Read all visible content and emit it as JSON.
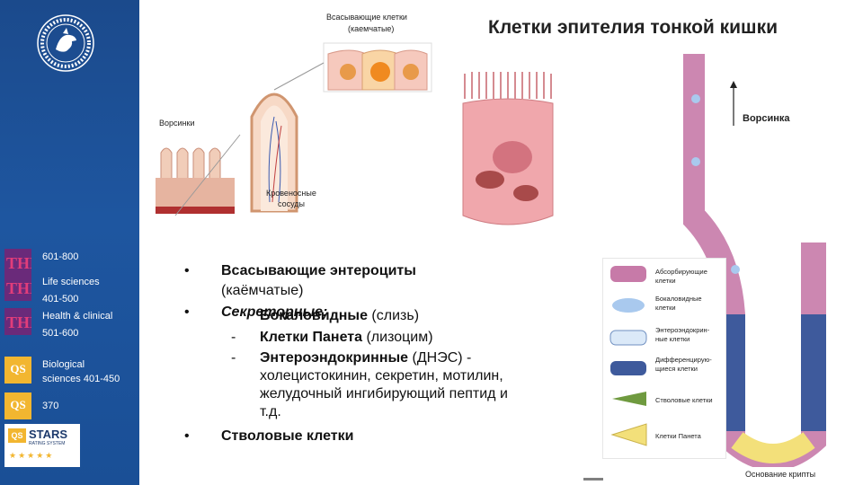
{
  "title": "Клетки эпителия тонкой кишки",
  "sidebar": {
    "rankings": [
      {
        "icon": "the-icon",
        "text": "601-800"
      },
      {
        "icon": "the-icon",
        "text": "Life sciences",
        "text2": "401-500"
      },
      {
        "icon": "the-icon",
        "text": "Health & clinical",
        "text2": "501-600"
      },
      {
        "icon": "qs-icon",
        "text": "Biological",
        "text2": "sciences   401-450"
      },
      {
        "icon": "qs-icon",
        "text": "370"
      }
    ],
    "qs_badge": "QS",
    "stars_title": "STARS",
    "stars_sub": "RATING SYSTEM"
  },
  "diagram": {
    "absorbing_cells": "Всасывающие клетки",
    "absorbing_cells_sub": "(каемчатые)",
    "villi": "Ворсинки",
    "vessels": "Кровеносные",
    "vessels2": "сосуды",
    "villus": "Ворсинка",
    "crypt_base": "Основание крипты"
  },
  "legend": [
    {
      "l1": "Абсорбирующие",
      "l2": "клетки"
    },
    {
      "l1": "Бокаловидные",
      "l2": "клетки"
    },
    {
      "l1": "Энтероэндокрин-",
      "l2": "ные клетки"
    },
    {
      "l1": "Дифференцирую-",
      "l2": "щиеся клетки"
    },
    {
      "l1": "Стволовые клетки",
      "l2": ""
    },
    {
      "l1": "Клетки Панета",
      "l2": ""
    }
  ],
  "bullets": {
    "b1_bold": "Всасывающие энтероциты",
    "b1_rest": "(каёмчатые)",
    "b2_italic": "Секреторные:",
    "b2_bold": "Бокаловидные",
    "b2_rest": " (слизь)",
    "s1_bold": "Клетки Панета",
    "s1_rest": " (лизоцим)",
    "s2_bold": "Энтероэндокринные",
    "s2_rest": " (ДНЭС) -",
    "s2_l2": "холецистокинин, секретин, мотилин,",
    "s2_l3": "желудочный ингибирующий пептид и",
    "s2_l4": "т.д.",
    "b3_bold": "Стволовые клетки",
    "bullet": "•",
    "dash": "-"
  },
  "colors": {
    "sidebar": "#1e56a0",
    "absorptive": "#c77aa8",
    "goblet": "#a9c9ee",
    "enteroendocrine": "#dbe9f8",
    "differentiating": "#3e5a9c",
    "stem": "#6f9a3f",
    "paneth": "#f3e07a"
  }
}
